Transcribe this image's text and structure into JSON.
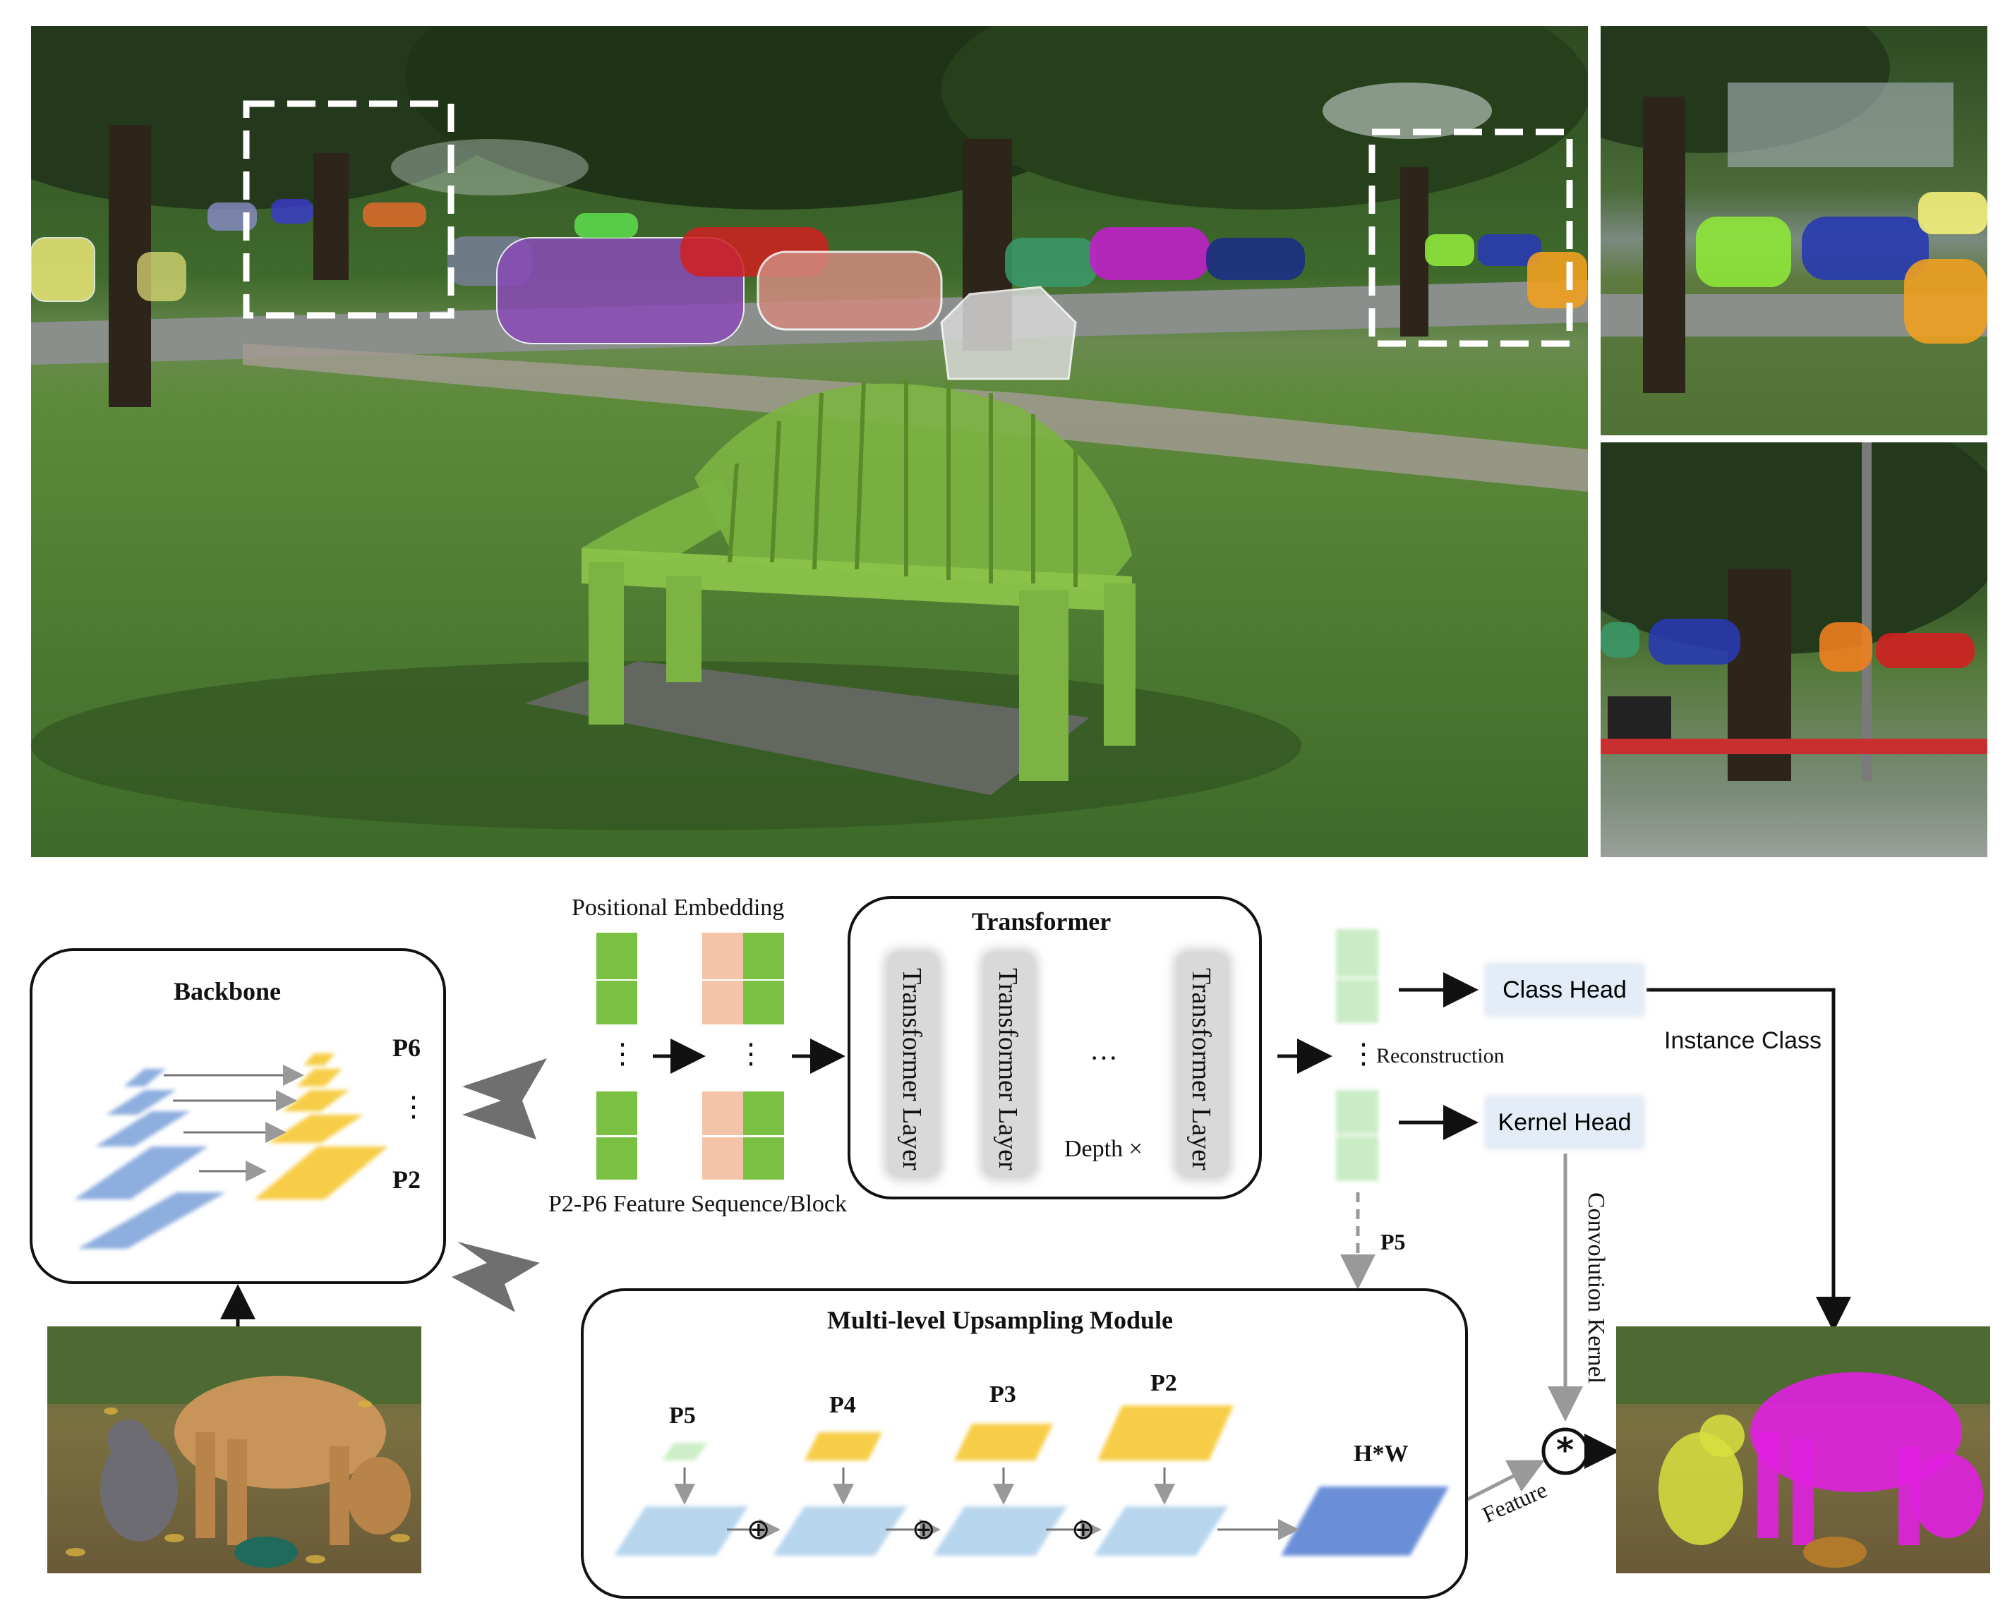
{
  "backbone": {
    "title": "Backbone",
    "p6": "P6",
    "p2": "P2",
    "dots": "⋮"
  },
  "positional": {
    "title": "Positional Embedding",
    "caption": "P2-P6 Feature Sequence/Block",
    "dots": "⋮"
  },
  "transformer": {
    "title": "Transformer",
    "layer_label": "Transformer Layer",
    "ellipsis": "···",
    "depth": "Depth ×"
  },
  "outputs": {
    "reconstruction": "Reconstruction",
    "dots": "⋮",
    "p5": "P5"
  },
  "heads": {
    "class_head": "Class Head",
    "kernel_head": "Kernel Head",
    "instance_class": "Instance Class",
    "convolution_kernel": "Convolution Kernel",
    "feature": "Feature",
    "conv_symbol": "*"
  },
  "upsampling": {
    "title": "Multi-level Upsampling Module",
    "p5": "P5",
    "p4": "P4",
    "p3": "P3",
    "p2": "P2",
    "hw": "H*W",
    "plus": "⊕"
  },
  "colors": {
    "green": "#7ac143",
    "light_green": "#cdeec8",
    "orange": "#f4c4a8",
    "yellow": "#f7cd46",
    "blue": "#8eaedf",
    "light_blue": "#b8d5ee",
    "dark_blue": "#6a8fd8",
    "gray": "#999999"
  }
}
